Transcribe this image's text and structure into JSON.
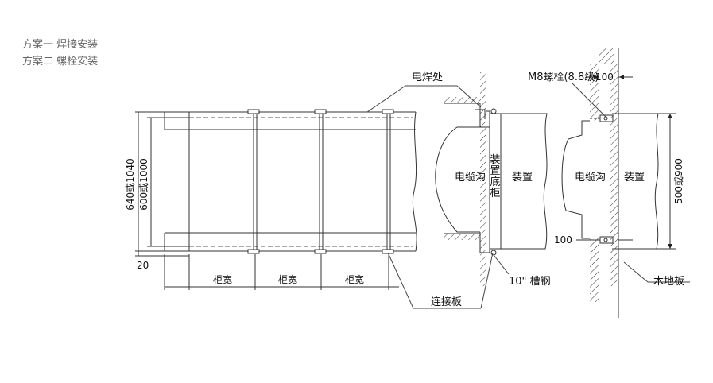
{
  "legend": {
    "option1": "方案一  焊接安装",
    "option2": "方案二  螺栓安装"
  },
  "diagram": {
    "left_view": {
      "dim_outer": "640或1040",
      "dim_inner": "600或1000",
      "dim_bottom": "20",
      "cabinet_width": [
        "柜宽",
        "柜宽",
        "柜宽"
      ],
      "connect_plate": "连接板",
      "weld_point": "电焊处"
    },
    "middle_view": {
      "cable_trench": "电缆沟",
      "device": "装置",
      "base_cabinet": "装置底柜",
      "channel_steel": "10\"  槽钢"
    },
    "right_view": {
      "bolt": "M8螺栓(8.8级)",
      "dim_top": "100",
      "dim_bottom": "100",
      "cable_trench": "电缆沟",
      "device": "装置",
      "height": "500或900",
      "wood_floor": "木地板"
    }
  }
}
